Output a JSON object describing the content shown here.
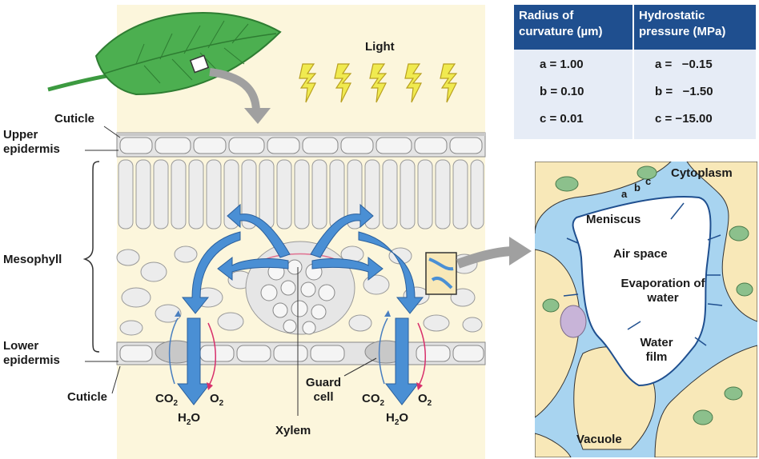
{
  "table": {
    "headers": [
      "Radius of curvature (µm)",
      "Hydrostatic pressure (MPa)"
    ],
    "rows": [
      {
        "radius": "a = 1.00",
        "pressure": "a =   −0.15"
      },
      {
        "radius": "b = 0.10",
        "pressure": "b =   −1.50"
      },
      {
        "radius": "c = 0.01",
        "pressure": "c = −15.00"
      }
    ]
  },
  "labels": {
    "light": "Light",
    "cuticle_top": "Cuticle",
    "upper_epidermis": "Upper epidermis",
    "mesophyll": "Mesophyll",
    "lower_epidermis": "Lower epidermis",
    "cuticle_bottom": "Cuticle",
    "guard_cell": "Guard cell",
    "xylem": "Xylem",
    "co2": "CO",
    "o2": "O",
    "h2o_h": "H",
    "h2o_o": "O",
    "subscript_2": "2"
  },
  "inset": {
    "cytoplasm": "Cytoplasm",
    "a": "a",
    "b": "b",
    "c": "c",
    "meniscus": "Meniscus",
    "air_space": "Air space",
    "evaporation": "Evaporation of water",
    "water_film": "Water film",
    "vacuole": "Vacuole"
  },
  "colors": {
    "background_panel": "#fcf6dc",
    "flow_arrow": "#4a8fd4",
    "table_header": "#1f4f8f",
    "table_body": "#e6ecf6",
    "leaf": "#4caf50",
    "water_film": "#a8d4f0",
    "cell": "#f8e8b8",
    "chloroplast": "#8cc08c",
    "co2_arrow": "#4a7fc0",
    "o2_arrow": "#d8306c",
    "light_bolt": "#f0ea50"
  }
}
